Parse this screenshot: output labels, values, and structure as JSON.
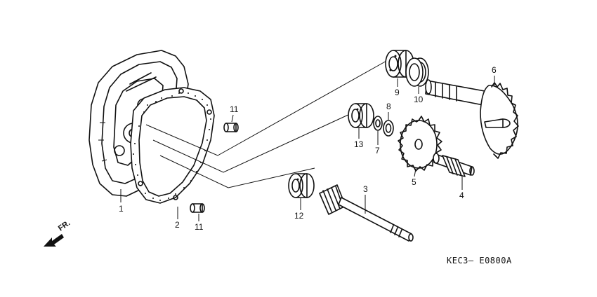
{
  "callouts": {
    "p1": "1",
    "p2": "2",
    "p3": "3",
    "p4": "4",
    "p5": "5",
    "p6": "6",
    "p7": "7",
    "p8": "8",
    "p9": "9",
    "p10": "10",
    "p11a": "11",
    "p11b": "11",
    "p12": "12",
    "p13": "13"
  },
  "direction_label": "FR.",
  "drawing_code": "KEC3— E0800A",
  "colors": {
    "ink": "#111111",
    "paper": "#ffffff"
  }
}
